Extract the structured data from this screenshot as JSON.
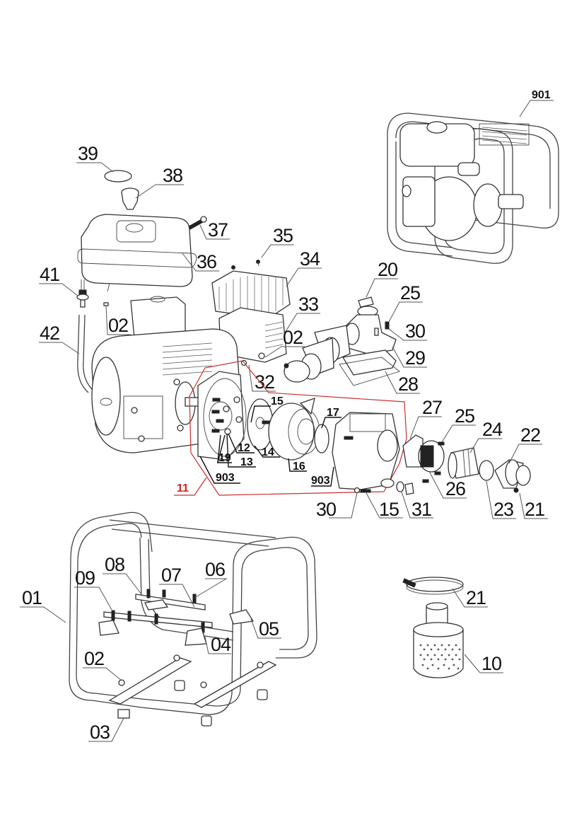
{
  "diagram": {
    "title": "Water pump exploded parts diagram",
    "assembly_group": {
      "label": "11",
      "color": "#d42020",
      "outline_color": "#c83030"
    },
    "callouts": [
      {
        "id": "c901",
        "label": "901",
        "part": "complete pump assembly"
      },
      {
        "id": "c39",
        "label": "39",
        "part": "fuel cap gasket"
      },
      {
        "id": "c38",
        "label": "38",
        "part": "fuel filter"
      },
      {
        "id": "c37",
        "label": "37",
        "part": "bolt"
      },
      {
        "id": "c36",
        "label": "36",
        "part": "fuel tank"
      },
      {
        "id": "c35",
        "label": "35",
        "part": "screw"
      },
      {
        "id": "c34",
        "label": "34",
        "part": "muffler guard"
      },
      {
        "id": "c33",
        "label": "33",
        "part": "muffler"
      },
      {
        "id": "c02a",
        "label": "02",
        "part": "nut"
      },
      {
        "id": "c02b",
        "label": "02",
        "part": "nut"
      },
      {
        "id": "c41",
        "label": "41",
        "part": "fuel valve"
      },
      {
        "id": "c42",
        "label": "42",
        "part": "fuel hose"
      },
      {
        "id": "c32",
        "label": "32",
        "part": "bolt"
      },
      {
        "id": "c20",
        "label": "20",
        "part": "priming plug"
      },
      {
        "id": "c25a",
        "label": "25",
        "part": "bolt"
      },
      {
        "id": "c30a",
        "label": "30",
        "part": "washer"
      },
      {
        "id": "c29",
        "label": "29",
        "part": "outlet elbow"
      },
      {
        "id": "c28",
        "label": "28",
        "part": "outlet gasket"
      },
      {
        "id": "c15a",
        "label": "15",
        "part": "bolt"
      },
      {
        "id": "c17",
        "label": "17",
        "part": "o-ring"
      },
      {
        "id": "c12",
        "label": "12",
        "part": "mechanical seal"
      },
      {
        "id": "c13",
        "label": "13",
        "part": "nut"
      },
      {
        "id": "c14",
        "label": "14",
        "part": "impeller"
      },
      {
        "id": "c19",
        "label": "19",
        "part": "stud"
      },
      {
        "id": "c16",
        "label": "16",
        "part": "volute"
      },
      {
        "id": "c903a",
        "label": "903",
        "part": "pump housing flange"
      },
      {
        "id": "c903b",
        "label": "903",
        "part": "pump casing"
      },
      {
        "id": "c11",
        "label": "11",
        "part": "pump assembly"
      },
      {
        "id": "c27",
        "label": "27",
        "part": "inlet gasket"
      },
      {
        "id": "c25b",
        "label": "25",
        "part": "bolt"
      },
      {
        "id": "c24",
        "label": "24",
        "part": "hose connector"
      },
      {
        "id": "c22",
        "label": "22",
        "part": "coupling nut"
      },
      {
        "id": "c26",
        "label": "26",
        "part": "check valve flange"
      },
      {
        "id": "c23",
        "label": "23",
        "part": "washer seal"
      },
      {
        "id": "c21a",
        "label": "21",
        "part": "hose clamp"
      },
      {
        "id": "c30b",
        "label": "30",
        "part": "washer"
      },
      {
        "id": "c15b",
        "label": "15",
        "part": "bolt"
      },
      {
        "id": "c31",
        "label": "31",
        "part": "drain plug"
      },
      {
        "id": "c01",
        "label": "01",
        "part": "frame"
      },
      {
        "id": "c08",
        "label": "08",
        "part": "mounting plate"
      },
      {
        "id": "c09",
        "label": "09",
        "part": "mounting bracket"
      },
      {
        "id": "c07",
        "label": "07",
        "part": "nut"
      },
      {
        "id": "c06",
        "label": "06",
        "part": "bolt"
      },
      {
        "id": "c05",
        "label": "05",
        "part": "damper"
      },
      {
        "id": "c04",
        "label": "04",
        "part": "damper"
      },
      {
        "id": "c02c",
        "label": "02",
        "part": "nut"
      },
      {
        "id": "c03",
        "label": "03",
        "part": "rubber foot"
      },
      {
        "id": "c21b",
        "label": "21",
        "part": "hose clamp"
      },
      {
        "id": "c10",
        "label": "10",
        "part": "strainer"
      }
    ]
  }
}
